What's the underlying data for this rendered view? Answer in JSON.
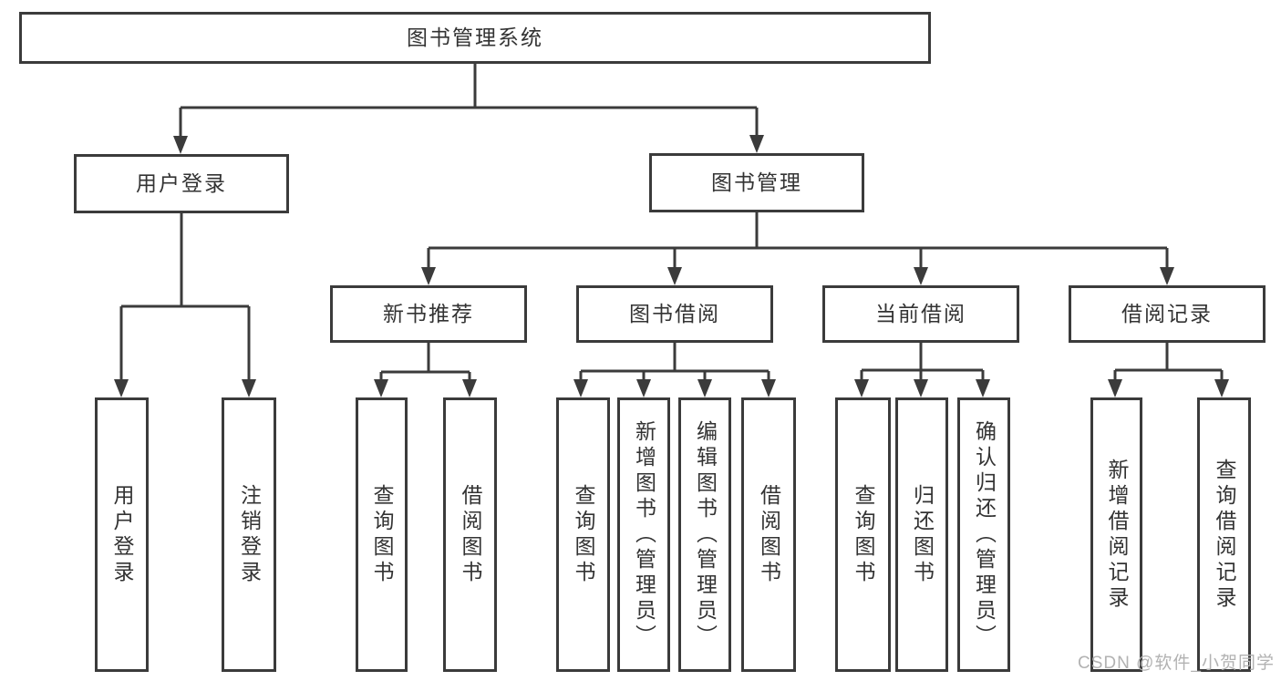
{
  "nodes": {
    "root": {
      "label": "图书管理系统"
    },
    "user_login": {
      "label": "用户登录"
    },
    "book_mgmt": {
      "label": "图书管理"
    },
    "new_book_rec": {
      "label": "新书推荐"
    },
    "book_borrow": {
      "label": "图书借阅"
    },
    "current_borrow": {
      "label": "当前借阅"
    },
    "borrow_records": {
      "label": "借阅记录"
    },
    "user_login_action": {
      "label": "用户登录"
    },
    "logout_action": {
      "label": "注销登录"
    },
    "nbr_query_books": {
      "label": "查询图书"
    },
    "nbr_borrow_books": {
      "label": "借阅图书"
    },
    "bb_query_books": {
      "label": "查询图书"
    },
    "bb_add_books": {
      "label": "新增图书（管理员）"
    },
    "bb_edit_books": {
      "label": "编辑图书（管理员）"
    },
    "bb_borrow_books": {
      "label": "借阅图书"
    },
    "cb_query_books": {
      "label": "查询图书"
    },
    "cb_return_books": {
      "label": "归还图书"
    },
    "cb_confirm_return": {
      "label": "确认归还（管理员）"
    },
    "br_add_record": {
      "label": "新增借阅记录"
    },
    "br_query_record": {
      "label": "查询借阅记录"
    }
  },
  "watermark": {
    "text": "CSDN @软件_小贺同学"
  },
  "colors": {
    "line": "#3b3b3b",
    "text": "#333333",
    "background": "#ffffff",
    "watermark": "#b2b2b2"
  }
}
